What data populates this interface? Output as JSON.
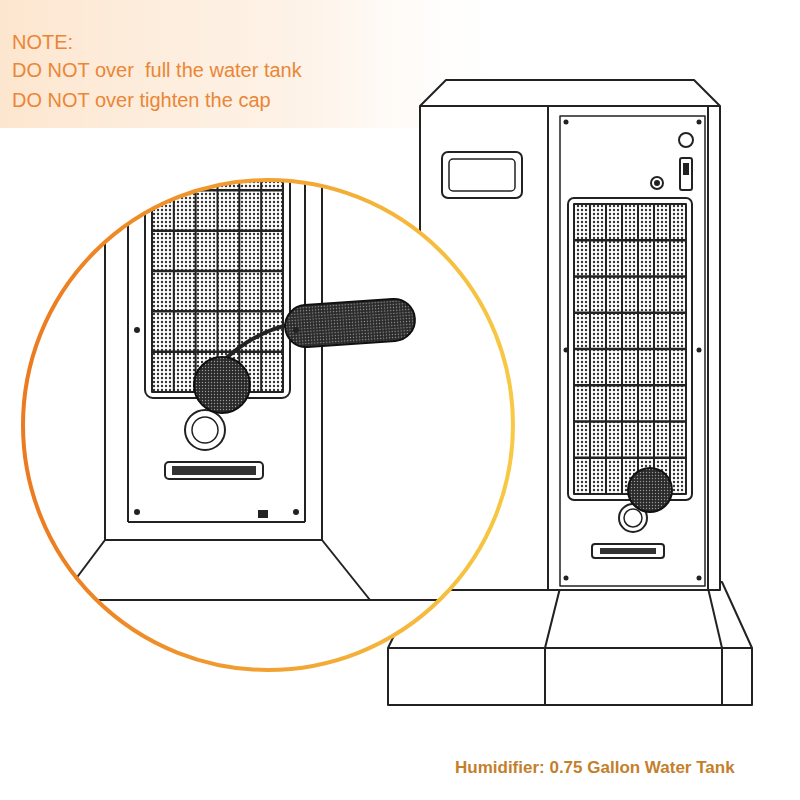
{
  "diagram": {
    "labels": [
      "NOTE:",
      "DO NOT over  full the water tank",
      "DO NOT over tighten the cap",
      "Humidifier: 0.75 Gallon Water Tank"
    ]
  }
}
